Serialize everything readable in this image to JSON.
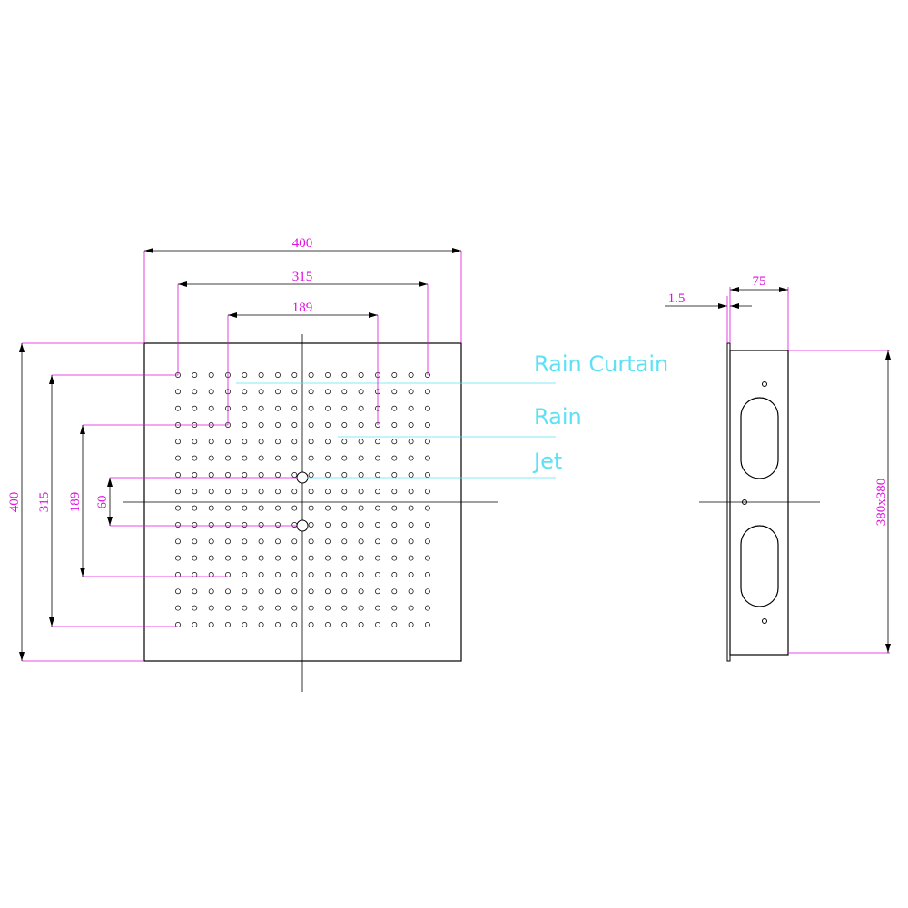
{
  "colors": {
    "dimension": "#e010e0",
    "legend": "#5ce1f5",
    "outline": "#000000",
    "background": "#ffffff"
  },
  "front_view": {
    "width_overall": "400",
    "width_rain_curtain": "315",
    "width_rain": "189",
    "height_overall": "400",
    "height_rain_curtain": "315",
    "height_rain": "189",
    "height_jet": "60"
  },
  "legend": {
    "rain_curtain": "Rain Curtain",
    "rain": "Rain",
    "jet": "Jet"
  },
  "side_view": {
    "plate_thickness": "1.5",
    "depth": "75",
    "size": "380x380"
  }
}
